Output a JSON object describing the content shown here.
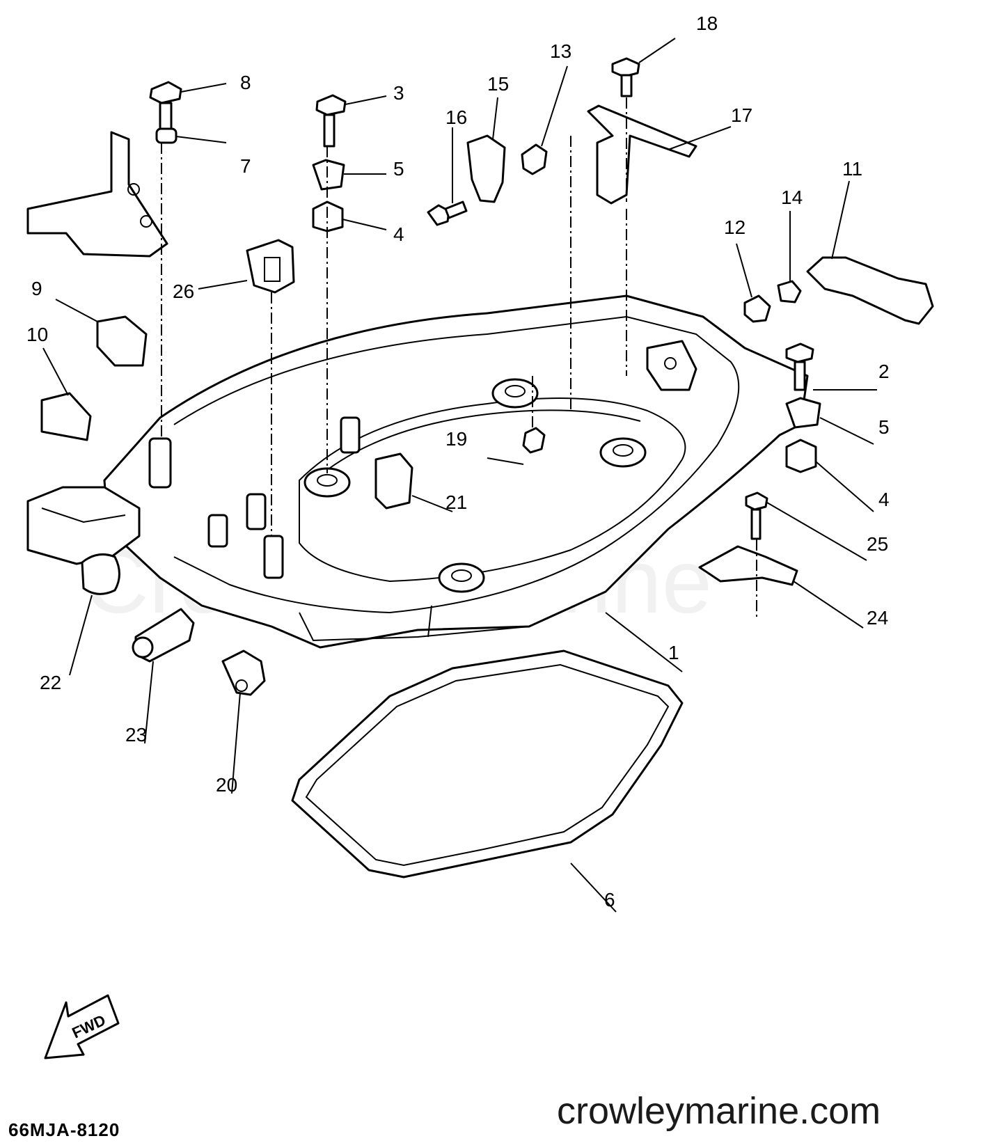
{
  "watermark": "Crowley Marine",
  "site_url": "crowleymarine.com",
  "diagram_code": "66MJA-8120",
  "fwd_label": "FWD",
  "callouts": {
    "c1": "1",
    "c2": "2",
    "c3": "3",
    "c4a": "4",
    "c4b": "4",
    "c5a": "5",
    "c5b": "5",
    "c6": "6",
    "c7": "7",
    "c8": "8",
    "c9": "9",
    "c10": "10",
    "c11": "11",
    "c12": "12",
    "c13": "13",
    "c14": "14",
    "c15": "15",
    "c16": "16",
    "c17": "17",
    "c18": "18",
    "c19": "19",
    "c20": "20",
    "c21": "21",
    "c22": "22",
    "c23": "23",
    "c24": "24",
    "c25": "25",
    "c26": "26"
  }
}
